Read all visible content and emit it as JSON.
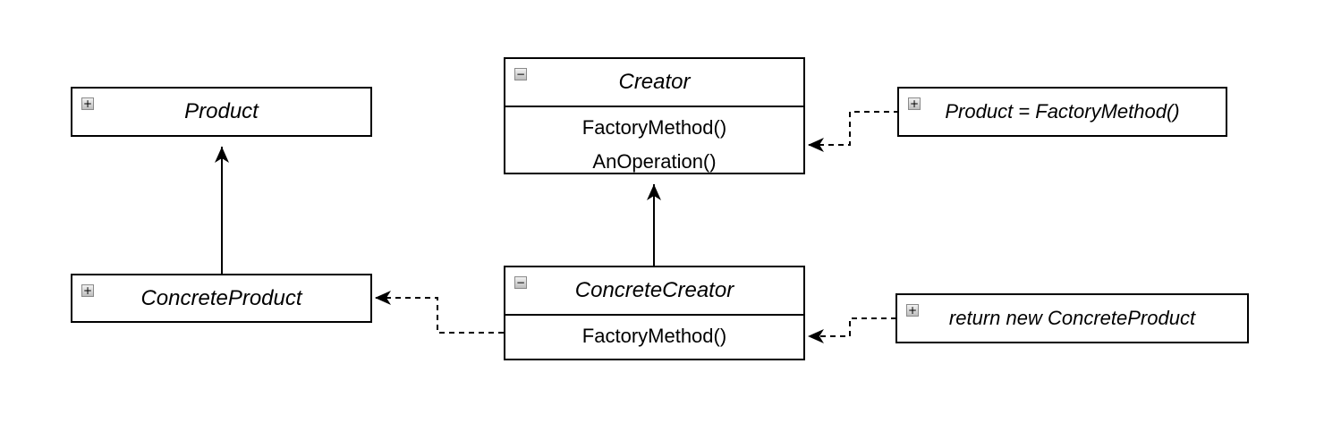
{
  "diagram": {
    "product": {
      "name": "Product",
      "toggle_symbol": "+"
    },
    "concrete_product": {
      "name": "ConcreteProduct",
      "toggle_symbol": "+"
    },
    "creator": {
      "name": "Creator",
      "toggle_symbol": "−",
      "methods": [
        "FactoryMethod()",
        "AnOperation()"
      ]
    },
    "concrete_creator": {
      "name": "ConcreteCreator",
      "toggle_symbol": "−",
      "methods": [
        "FactoryMethod()"
      ]
    },
    "note_creator": {
      "text": "Product = FactoryMethod()",
      "toggle_symbol": "+"
    },
    "note_concrete_creator": {
      "text": "return new ConcreteProduct",
      "toggle_symbol": "+"
    }
  }
}
